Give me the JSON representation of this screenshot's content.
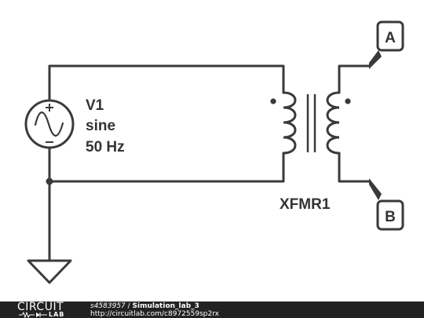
{
  "schematic": {
    "source": {
      "name": "V1",
      "type": "sine",
      "frequency": "50 Hz",
      "icon": "ac-sine-source-icon"
    },
    "transformer": {
      "name": "XFMR1",
      "icon": "transformer-icon"
    },
    "probes": {
      "a": "A",
      "b": "B"
    },
    "ground_icon": "ground-icon",
    "colors": {
      "wire": "#3a3a3a",
      "text": "#333333",
      "footer_bg": "#222222"
    }
  },
  "footer": {
    "logo_top": "CIRCUIT",
    "logo_bottom": "LAB",
    "user": "s4583957",
    "separator": " / ",
    "project": "Simulation_lab_3",
    "url": "http://circuitlab.com/c8972559sp2rx"
  }
}
